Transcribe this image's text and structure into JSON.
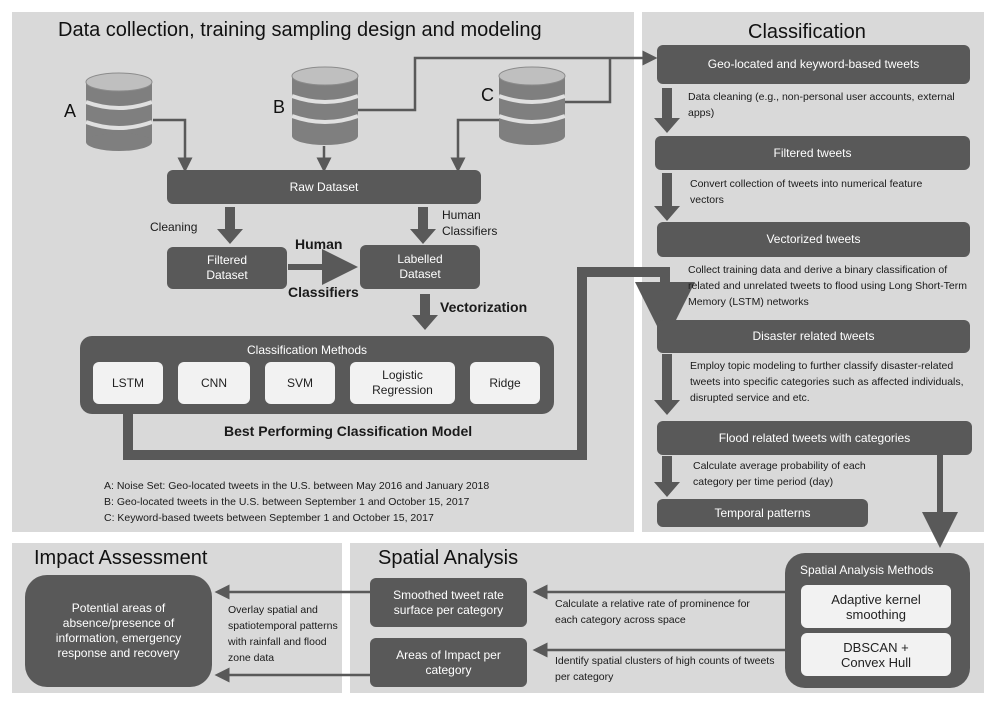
{
  "panels": {
    "top_left_title": "Data collection, training sampling design and modeling",
    "classification_title": "Classification",
    "impact_title": "Impact Assessment",
    "spatial_title": "Spatial Analysis"
  },
  "sources": {
    "a": "A",
    "b": "B",
    "c": "C"
  },
  "left_flow": {
    "raw_dataset": "Raw Dataset",
    "cleaning": "Cleaning",
    "human_classifiers_small": "Human Classifiers",
    "filtered_dataset": "Filtered Dataset",
    "labelled_dataset": "Labelled Dataset",
    "human_label": "Human",
    "classifiers_label": "Classifiers",
    "vectorization": "Vectorization"
  },
  "methods": {
    "title": "Classification Methods",
    "items": [
      "LSTM",
      "CNN",
      "SVM",
      "Logistic Regression",
      "Ridge"
    ],
    "best_model": "Best Performing Classification Model"
  },
  "notes": [
    "A: Noise Set: Geo-located tweets  in the U.S. between  May 2016 and January 2018",
    "B: Geo-located tweets  in the U.S. between  September  1 and October 15, 2017",
    "C: Keyword-based tweets  between  September  1 and October 15, 2017"
  ],
  "classification": {
    "geo_keyword": "Geo-located and keyword-based tweets",
    "step1": "Data cleaning (e.g., non-personal user accounts, external apps)",
    "filtered": "Filtered tweets",
    "step2": "Convert collection of tweets into numerical feature vectors",
    "vectorized": "Vectorized tweets",
    "step3": "Collect training data and derive a binary classification of related and unrelated tweets  to flood using Long Short-Term Memory  (LSTM)  networks",
    "disaster": "Disaster related tweets",
    "step4": "Employ topic modeling to further classify disaster-related tweets  into specific categories such as affected individuals, disrupted service and etc.",
    "flood": "Flood related tweets with categories",
    "step5": "Calculate average probability of each category per time period (day)",
    "temporal": "Temporal patterns"
  },
  "spatial": {
    "methods_title": "Spatial Analysis Methods",
    "kernel": "Adaptive kernel smoothing",
    "dbscan": "DBSCAN + Convex Hull",
    "relative_rate": "Calculate a relative rate of prominence for each category across space",
    "clusters": "Identify spatial clusters of high counts of tweets  per category",
    "smoothed": "Smoothed tweet rate surface per category",
    "areas": "Areas of Impact per category"
  },
  "impact": {
    "overlay": "Overlay spatial and spatiotemporal patterns with rainfall and flood zone data",
    "result": "Potential areas of absence/presence of information, emergency response and recovery"
  },
  "colors": {
    "panel": "#d9d9d9",
    "box_dark": "#595959",
    "box_light": "#f2f2f2",
    "arrow": "#595959"
  }
}
